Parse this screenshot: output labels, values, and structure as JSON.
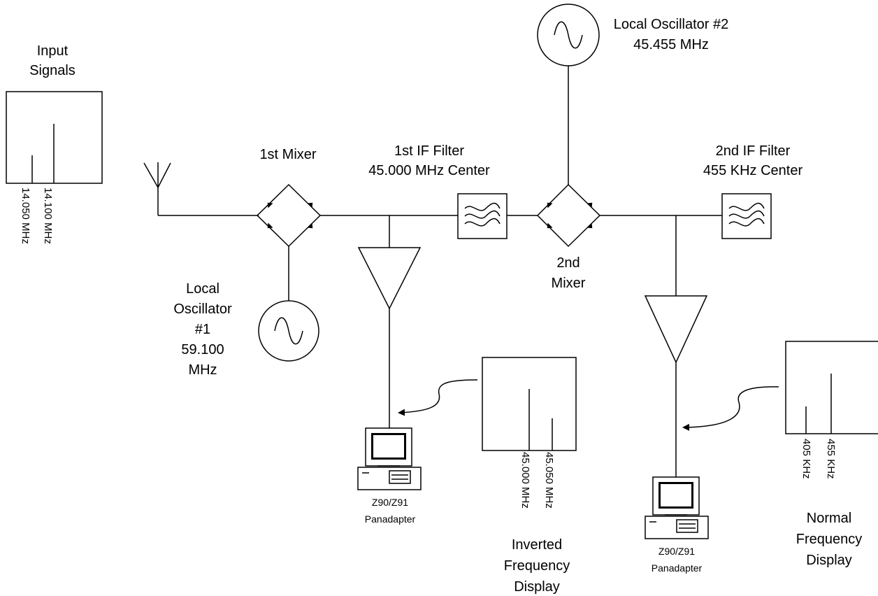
{
  "input": {
    "title_lines": [
      "Input",
      "Signals"
    ],
    "freqs": [
      "14.050 MHz",
      "14.100 MHz"
    ]
  },
  "mixer1": {
    "label": "1st Mixer"
  },
  "lo1": {
    "label_lines": [
      "Local",
      "Oscillator",
      "#1",
      "59.100",
      "MHz"
    ]
  },
  "if1": {
    "label_lines": [
      "1st IF Filter",
      "45.000 MHz Center"
    ]
  },
  "mixer2": {
    "label_lines": [
      "2nd",
      "Mixer"
    ]
  },
  "lo2": {
    "label_lines": [
      "Local Oscillator #2",
      "45.455 MHz"
    ]
  },
  "if2": {
    "label_lines": [
      "2nd IF Filter",
      "455 KHz Center"
    ]
  },
  "pan1": {
    "label_lines": [
      "Z90/Z91",
      "Panadapter"
    ],
    "display_freqs": [
      "45.000 MHz",
      "45.050 MHz"
    ],
    "display_lines": [
      "Inverted",
      "Frequency",
      "Display"
    ]
  },
  "pan2": {
    "label_lines": [
      "Z90/Z91",
      "Panadapter"
    ],
    "display_freqs": [
      "405 KHz",
      "455 KHz"
    ],
    "display_lines": [
      "Normal",
      "Frequency",
      "Display"
    ]
  }
}
